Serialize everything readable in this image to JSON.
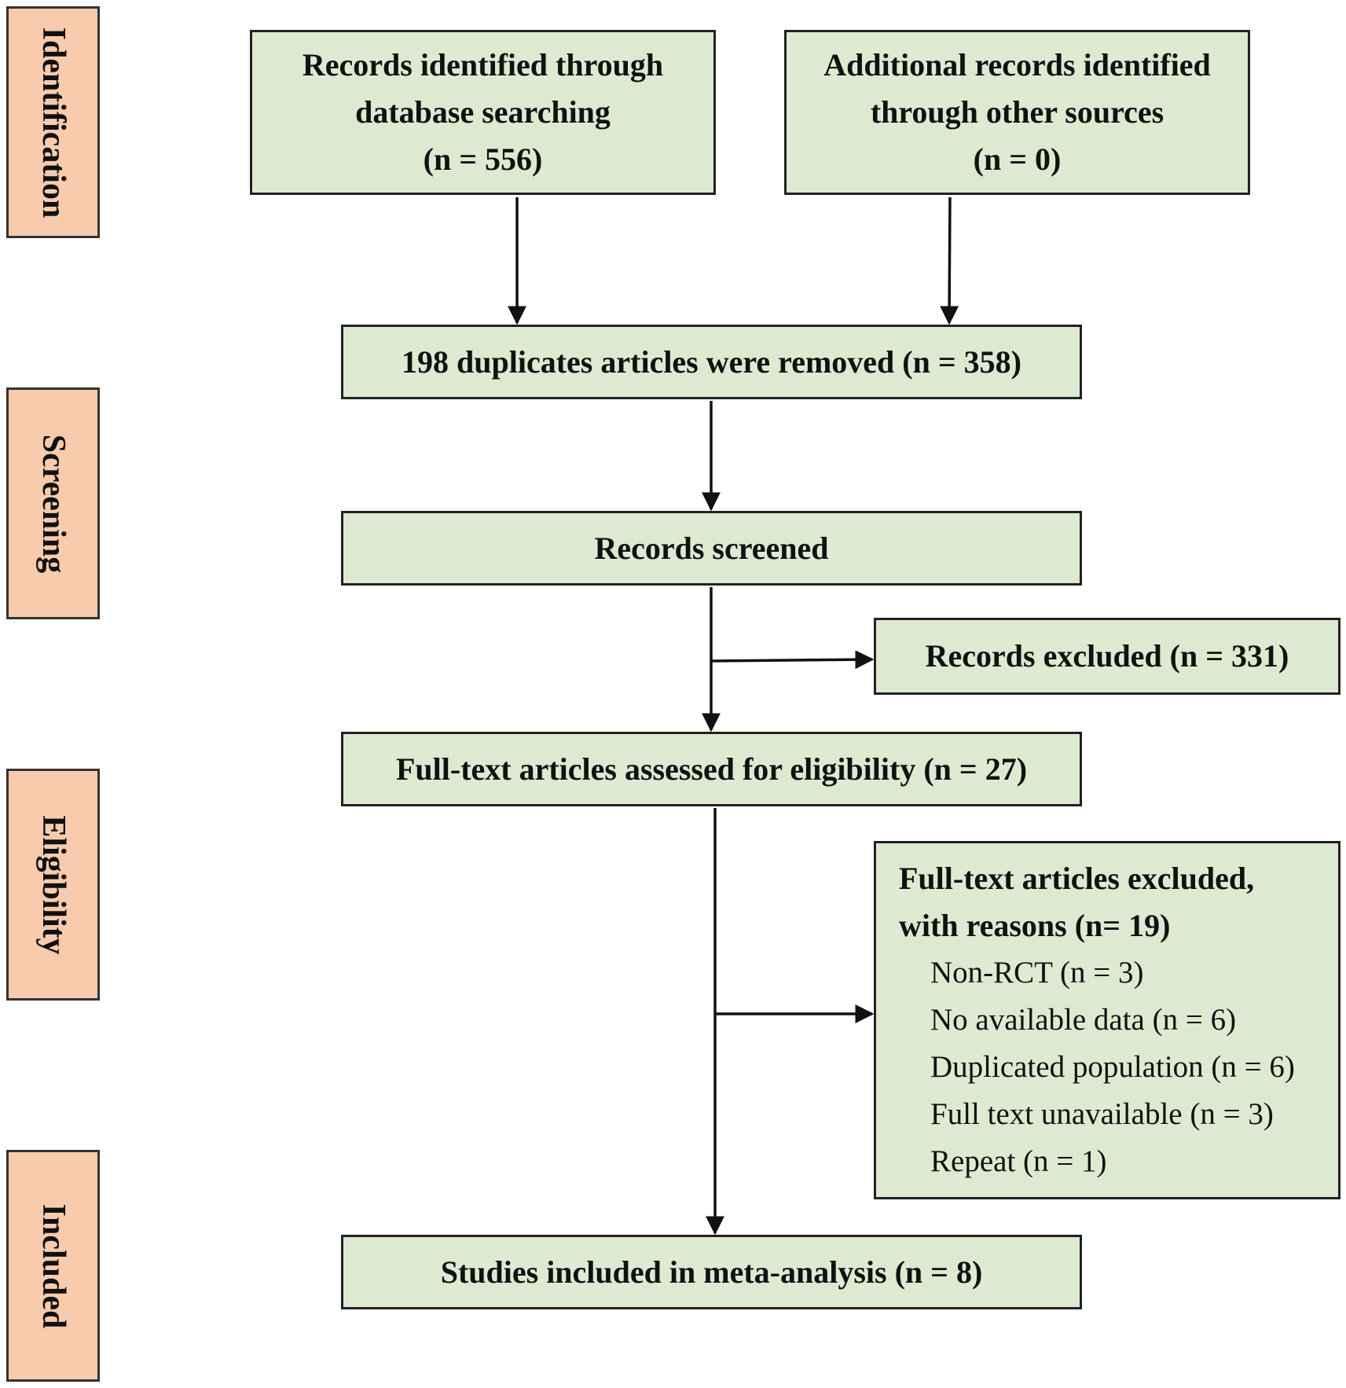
{
  "phases": {
    "identification": "Identification",
    "screening": "Screening",
    "eligibility": "Eligibility",
    "included": "Included"
  },
  "boxes": {
    "database": [
      "Records identified through",
      "database searching",
      "(n = 556)"
    ],
    "other_sources": [
      "Additional records identified",
      "through other sources",
      "(n = 0)"
    ],
    "duplicates": "198 duplicates articles were removed (n = 358)",
    "screened": "Records screened",
    "excluded": "Records excluded (n = 331)",
    "fulltext": "Full-text articles assessed for eligibility (n = 27)",
    "fulltext_excluded": {
      "header": [
        "Full-text articles excluded,",
        "with reasons (n= 19)"
      ],
      "reasons": [
        "Non-RCT (n = 3)",
        "No available data (n = 6)",
        "Duplicated population (n = 6)",
        "Full text unavailable (n = 3)",
        "Repeat (n = 1)"
      ]
    },
    "included": "Studies included in meta-analysis (n = 8)"
  },
  "colors": {
    "box_fill": "#dde9d1",
    "phase_fill": "#f8cbad",
    "stroke": "#222222"
  }
}
